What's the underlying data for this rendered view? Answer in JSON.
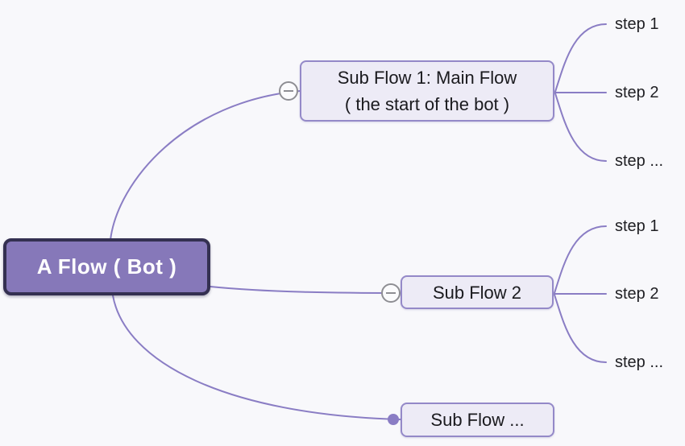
{
  "colors": {
    "background": "#f8f8fb",
    "connector_line": "#8a7dc4",
    "root_fill": "#8678b9",
    "root_border": "#343051",
    "root_text": "#ffffff",
    "node_fill": "#edebf6",
    "node_border": "#9489c8",
    "node_text": "#1a1a1e",
    "collapse_icon_gray": "#8e8e93"
  },
  "root": {
    "label": "A Flow ( Bot )"
  },
  "branches": [
    {
      "title_lines": [
        "Sub Flow 1: Main Flow",
        "( the start of the bot )"
      ],
      "collapse_icon": "minus-circle",
      "children": [
        "step 1",
        "step 2",
        "step ..."
      ]
    },
    {
      "title": "Sub Flow 2",
      "collapse_icon": "minus-circle",
      "children": [
        "step 1",
        "step 2",
        "step ..."
      ]
    },
    {
      "title": "Sub Flow ...",
      "collapse_icon": "dot",
      "children": []
    }
  ]
}
